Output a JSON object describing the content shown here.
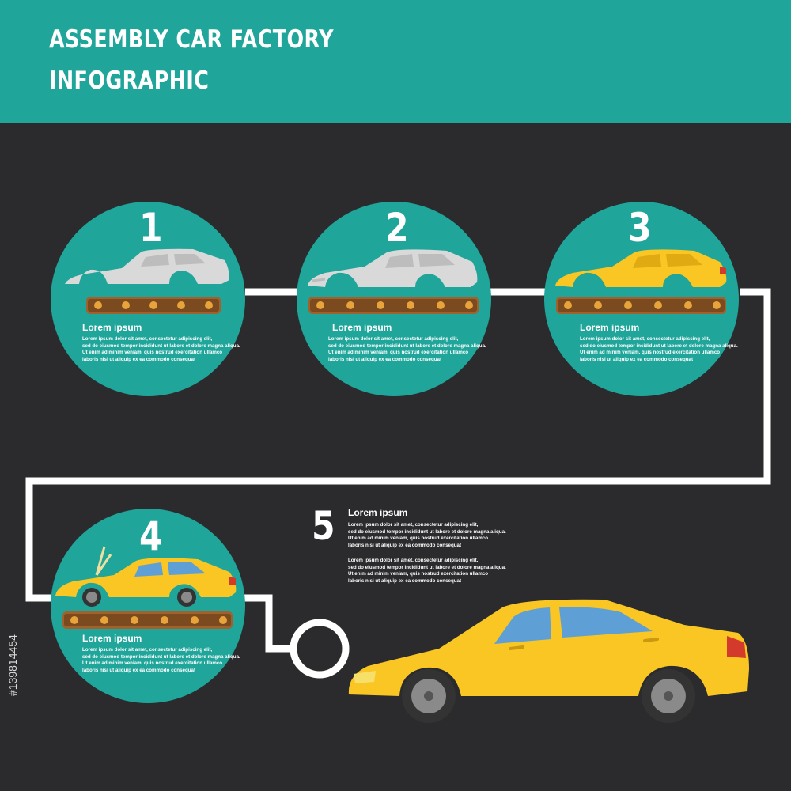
{
  "header": {
    "title_line1": "ASSEMBLY CAR FACTORY",
    "title_line2": "INFOGRAPHIC"
  },
  "colors": {
    "teal": "#1fa59a",
    "background": "#2b2b2d",
    "car_yellow": "#f9c623",
    "car_grey": "#d9d9d9",
    "conveyor": "#8b5a2b"
  },
  "steps": [
    {
      "number": "1",
      "title": "Lorem ipsum",
      "lines": [
        "Lorem ipsum dolor sit amet, consectetur adipiscing elit,",
        "sed do eiusmod tempor incididunt ut labore et dolore magna aliqua.",
        "Ut enim ad minim veniam, quis nostrud exercitation ullamco",
        "laboris nisi ut aliquip ex ea commodo consequat"
      ]
    },
    {
      "number": "2",
      "title": "Lorem ipsum",
      "lines": [
        "Lorem ipsum dolor sit amet, consectetur adipiscing elit,",
        "sed do eiusmod tempor incididunt ut labore et dolore magna aliqua.",
        "Ut enim ad minim veniam, quis nostrud exercitation ullamco",
        "laboris nisi ut aliquip ex ea commodo consequat"
      ]
    },
    {
      "number": "3",
      "title": "Lorem ipsum",
      "lines": [
        "Lorem ipsum dolor sit amet, consectetur adipiscing elit,",
        "sed do eiusmod tempor incididunt ut labore et dolore magna aliqua.",
        "Ut enim ad minim veniam, quis nostrud exercitation ullamco",
        "laboris nisi ut aliquip ex ea commodo consequat"
      ]
    },
    {
      "number": "4",
      "title": "Lorem ipsum",
      "lines": [
        "Lorem ipsum dolor sit amet, consectetur adipiscing elit,",
        "sed do eiusmod tempor incididunt ut labore et dolore magna aliqua.",
        "Ut enim ad minim veniam, quis nostrud exercitation ullamco",
        "laboris nisi ut aliquip ex ea commodo consequat"
      ]
    }
  ],
  "step5": {
    "number": "5",
    "title": "Lorem ipsum",
    "paragraph1": [
      "Lorem ipsum dolor sit amet, consectetur adipiscing elit,",
      "sed do eiusmod tempor incididunt ut labore et dolore magna aliqua.",
      "Ut enim ad minim veniam, quis nostrud exercitation ullamco",
      "laboris nisi ut aliquip ex ea commodo consequat"
    ],
    "paragraph2": [
      "Lorem ipsum dolor sit amet, consectetur adipiscing elit,",
      "sed do eiusmod tempor incididunt ut labore et dolore magna aliqua.",
      "Ut enim ad minim veniam, quis nostrud exercitation ullamco",
      "laboris nisi ut aliquip ex ea commodo consequat"
    ]
  },
  "watermark": {
    "stock_id": "#139814454"
  }
}
